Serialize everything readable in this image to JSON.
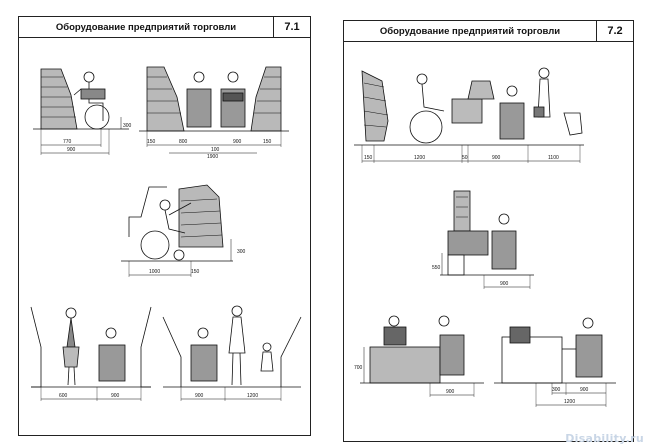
{
  "left_sheet": {
    "title": "Оборудование предприятий торговли",
    "number": "7.1",
    "dims": {
      "a1": "770",
      "a2": "900",
      "a3": "300",
      "b1": "150",
      "b2": "800",
      "b3": "100",
      "b4": "900",
      "b5": "150",
      "b6": "1900",
      "c1": "300",
      "c2": "1000",
      "c3": "150",
      "d1": "600",
      "d2": "900",
      "e1": "900",
      "e2": "1200"
    }
  },
  "right_sheet": {
    "title": "Оборудование предприятий торговли",
    "number": "7.2",
    "dims": {
      "f1": "150",
      "f2": "1200",
      "f3": "50",
      "f4": "900",
      "f5": "1100",
      "g1": "550",
      "g2": "900",
      "h1": "700",
      "h2": "900",
      "i1": "300",
      "i2": "900",
      "i3": "1200"
    }
  },
  "watermark": "Disability.ru"
}
